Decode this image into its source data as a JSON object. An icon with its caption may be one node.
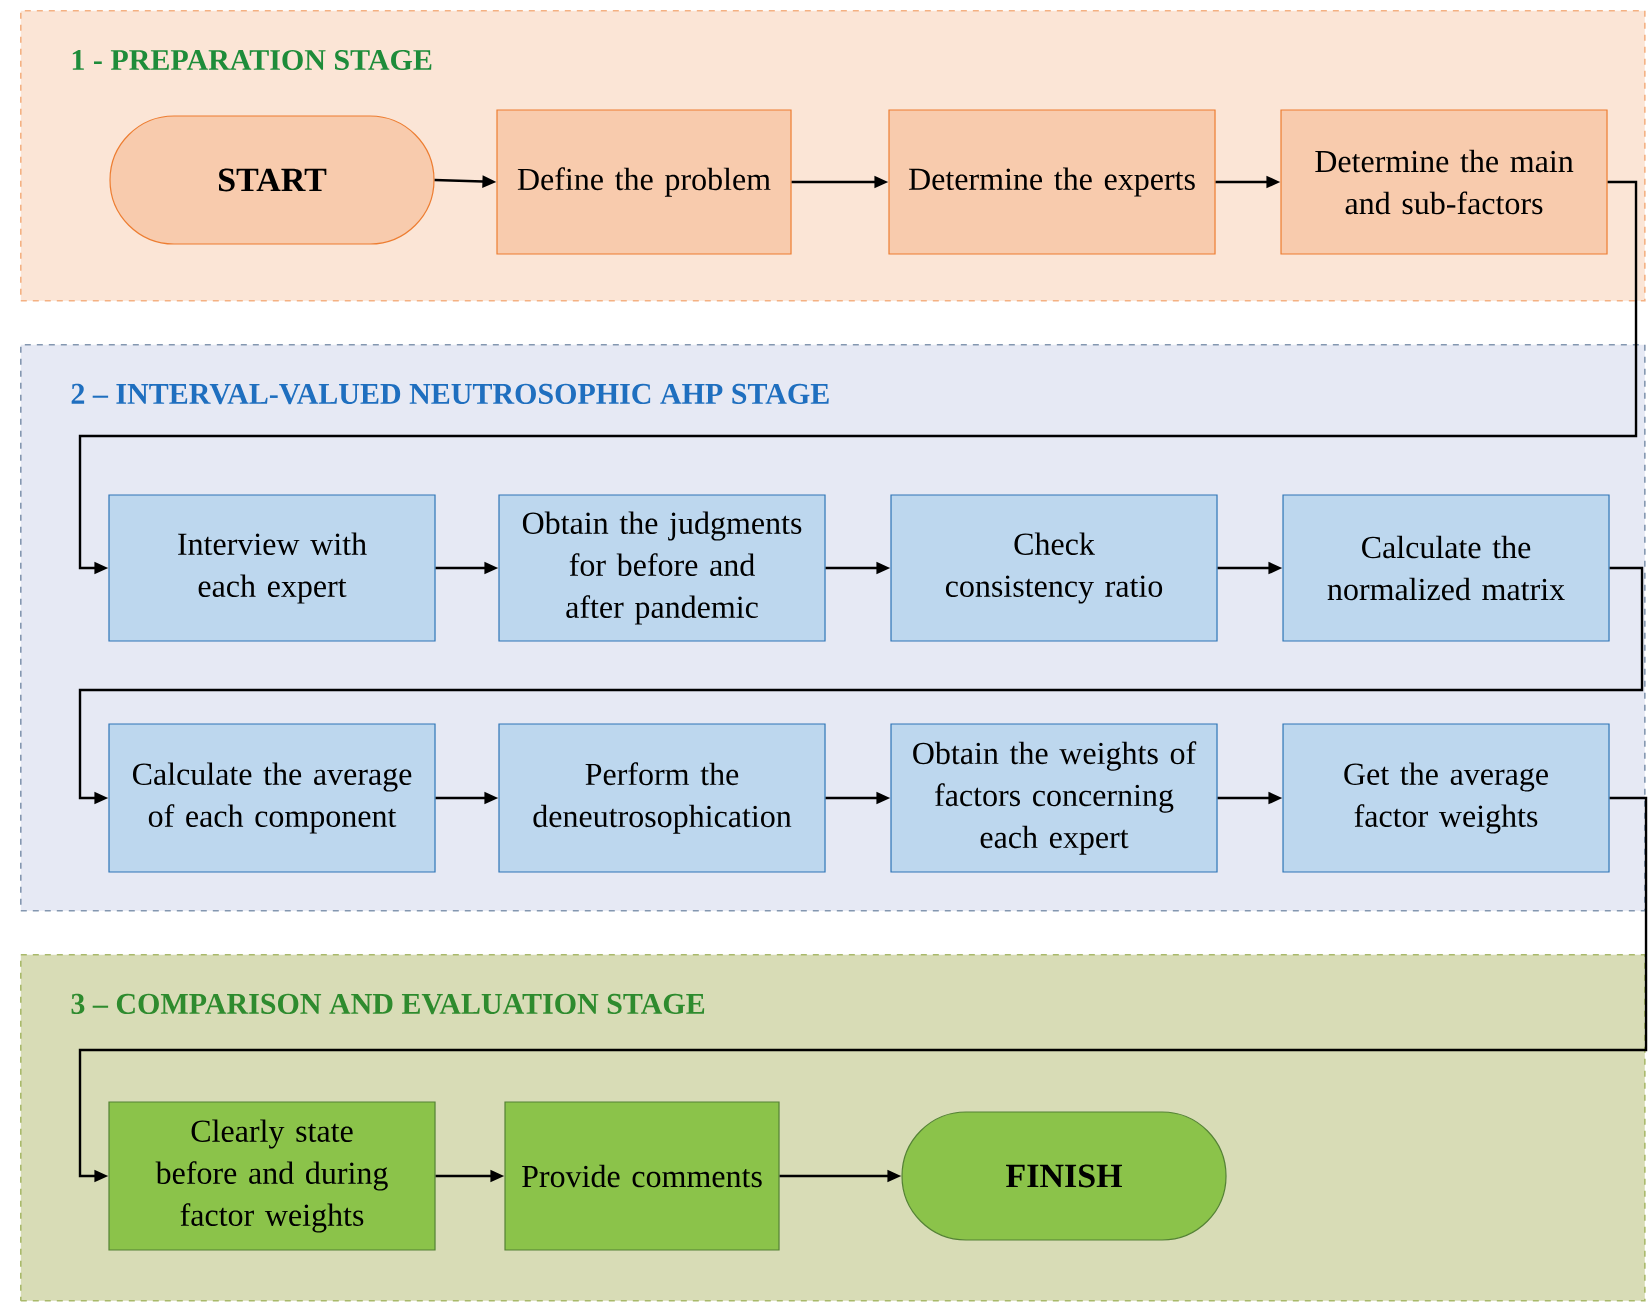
{
  "diagram": {
    "nodes": [
      {
        "text": [
          "1 - PREPARATION STAGE"
        ]
      },
      {
        "text": [
          "START"
        ],
        "in": 0
      },
      {
        "text": [
          "Define the problem"
        ],
        "in": 0
      },
      {
        "text": [
          "Determine the experts"
        ],
        "in": 0
      },
      {
        "text": [
          "Determine the main and sub-factors"
        ],
        "in": 0
      },
      {
        "text": [
          "2 – INTERVAL-VALUED NEUTROSOPHIC AHP STAGE"
        ]
      },
      {
        "text": [
          "Interview with each expert"
        ],
        "in": 5
      },
      {
        "text": [
          "Obtain the judgments for before and after pandemic"
        ],
        "in": 5
      },
      {
        "text": [
          "Check consistency ratio"
        ],
        "in": 5
      },
      {
        "text": [
          "Calculate the normalized matrix"
        ],
        "in": 5
      },
      {
        "text": [
          "Calculate the average of each component"
        ],
        "in": 5
      },
      {
        "text": [
          "Perform the deneutrosophication"
        ],
        "in": 5
      },
      {
        "text": [
          "Obtain the weights of factors concerning each expert"
        ],
        "in": 5
      },
      {
        "text": [
          "Get the average factor weights"
        ],
        "in": 5
      },
      {
        "text": [
          "3 – COMPARISON AND EVALUATION STAGE"
        ]
      },
      {
        "text": [
          "Clearly state before and during factor weights"
        ],
        "in": 14
      },
      {
        "text": [
          "Provide comments"
        ],
        "in": 14
      },
      {
        "text": [
          "FINISH"
        ],
        "in": 14
      }
    ],
    "edges": [
      {
        "from": 1,
        "to": 2,
        "arrow": "to"
      },
      {
        "from": 2,
        "to": 3,
        "arrow": "to"
      },
      {
        "from": 3,
        "to": 4,
        "arrow": "to"
      },
      {
        "from": 4,
        "to": 6,
        "arrow": "to"
      },
      {
        "from": 6,
        "to": 7,
        "arrow": "to"
      },
      {
        "from": 7,
        "to": 8,
        "arrow": "to"
      },
      {
        "from": 8,
        "to": 9,
        "arrow": "to"
      },
      {
        "from": 9,
        "to": 10,
        "arrow": "to"
      },
      {
        "from": 10,
        "to": 11,
        "arrow": "to"
      },
      {
        "from": 11,
        "to": 12,
        "arrow": "to"
      },
      {
        "from": 12,
        "to": 13,
        "arrow": "to"
      },
      {
        "from": 13,
        "to": 15,
        "arrow": "to"
      },
      {
        "from": 15,
        "to": 16,
        "arrow": "to"
      },
      {
        "from": 16,
        "to": 17,
        "arrow": "to"
      }
    ]
  }
}
